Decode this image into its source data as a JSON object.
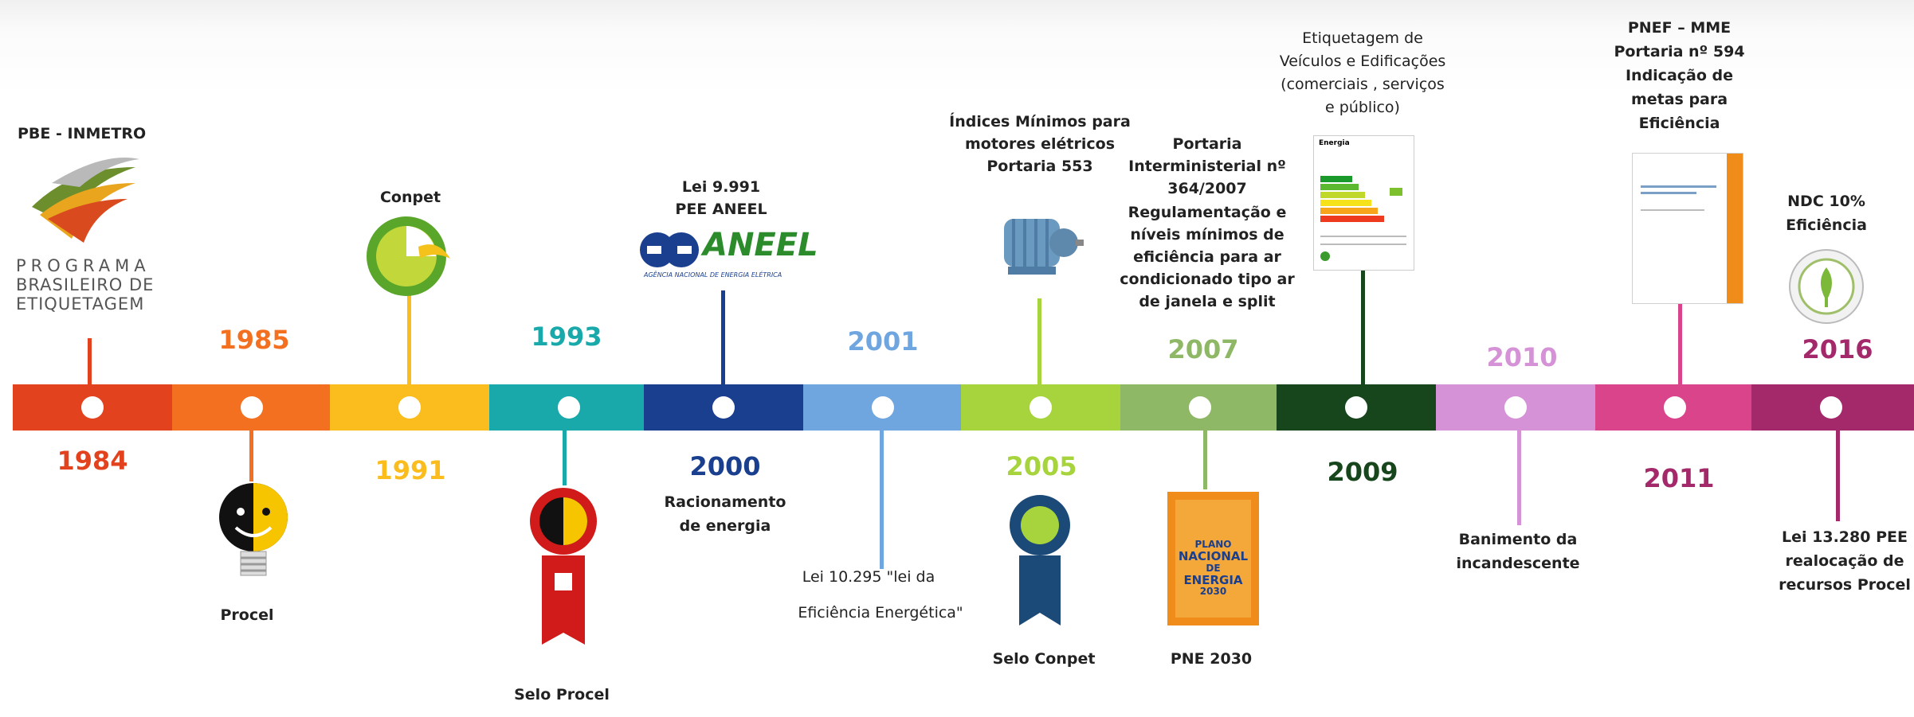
{
  "timeline": [
    {
      "year": "1984",
      "color": "#e2431e",
      "label": "PBE - INMETRO",
      "logo_text": [
        "PROGRAMA",
        "BRASILEIRO DE",
        "ETIQUETAGEM"
      ]
    },
    {
      "year": "1985",
      "color": "#f37021",
      "label": "Procel"
    },
    {
      "year": "1991",
      "color": "#fbbd1d",
      "label": "Conpet"
    },
    {
      "year": "1993",
      "color": "#1aa9ab",
      "label": "Selo Procel"
    },
    {
      "year": "2000",
      "color": "#1a3f8f",
      "label_lines": [
        "Lei 9.991",
        "PEE ANEEL"
      ],
      "label_below": [
        "Racionamento",
        "de energia"
      ],
      "logo_text": "ANEEL",
      "logo_sub": "AGÊNCIA NACIONAL DE ENERGIA ELÉTRICA"
    },
    {
      "year": "2001",
      "color": "#6fa6e0",
      "label_lines": [
        "Lei 10.295 \"lei da",
        "Eficiência Energética\""
      ]
    },
    {
      "year": "2005",
      "color": "#a7d43c",
      "label_above": [
        "Índices Mínimos para",
        "motores elétricos",
        "Portaria 553"
      ],
      "label_below": [
        "Selo Conpet"
      ]
    },
    {
      "year": "2007",
      "color": "#8fb866",
      "label_above": [
        "Portaria",
        "Interministerial nº",
        "364/2007",
        "Regulamentação e",
        "níveis mínimos de",
        "eficiência para ar",
        "condicionado tipo ar",
        "de janela e split"
      ],
      "label_below": [
        "PNE 2030"
      ],
      "cover_text": [
        "PLANO",
        "NACIONAL",
        "DE",
        "ENERGIA",
        "2030"
      ]
    },
    {
      "year": "2009",
      "color": "#17451c",
      "label_above": [
        "Etiquetagem de",
        "Veículos e Edificações",
        "(comerciais , serviços",
        "e público)"
      ],
      "label_card_title": "Energia"
    },
    {
      "year": "2010",
      "color": "#d592d6",
      "label_below": [
        "Banimento da",
        "incandescente"
      ]
    },
    {
      "year": "2011",
      "color": "#d9448b",
      "label_above": [
        "PNEF – MME",
        "Portaria nº 594",
        "Indicação de",
        "metas para",
        "Eficiência"
      ]
    },
    {
      "year": "2016",
      "color": "#a3296a",
      "label_above": [
        "NDC 10%",
        "Eficiência"
      ],
      "label_below": [
        "Lei  13.280 PEE",
        "realocação de",
        "recursos Procel"
      ]
    }
  ]
}
